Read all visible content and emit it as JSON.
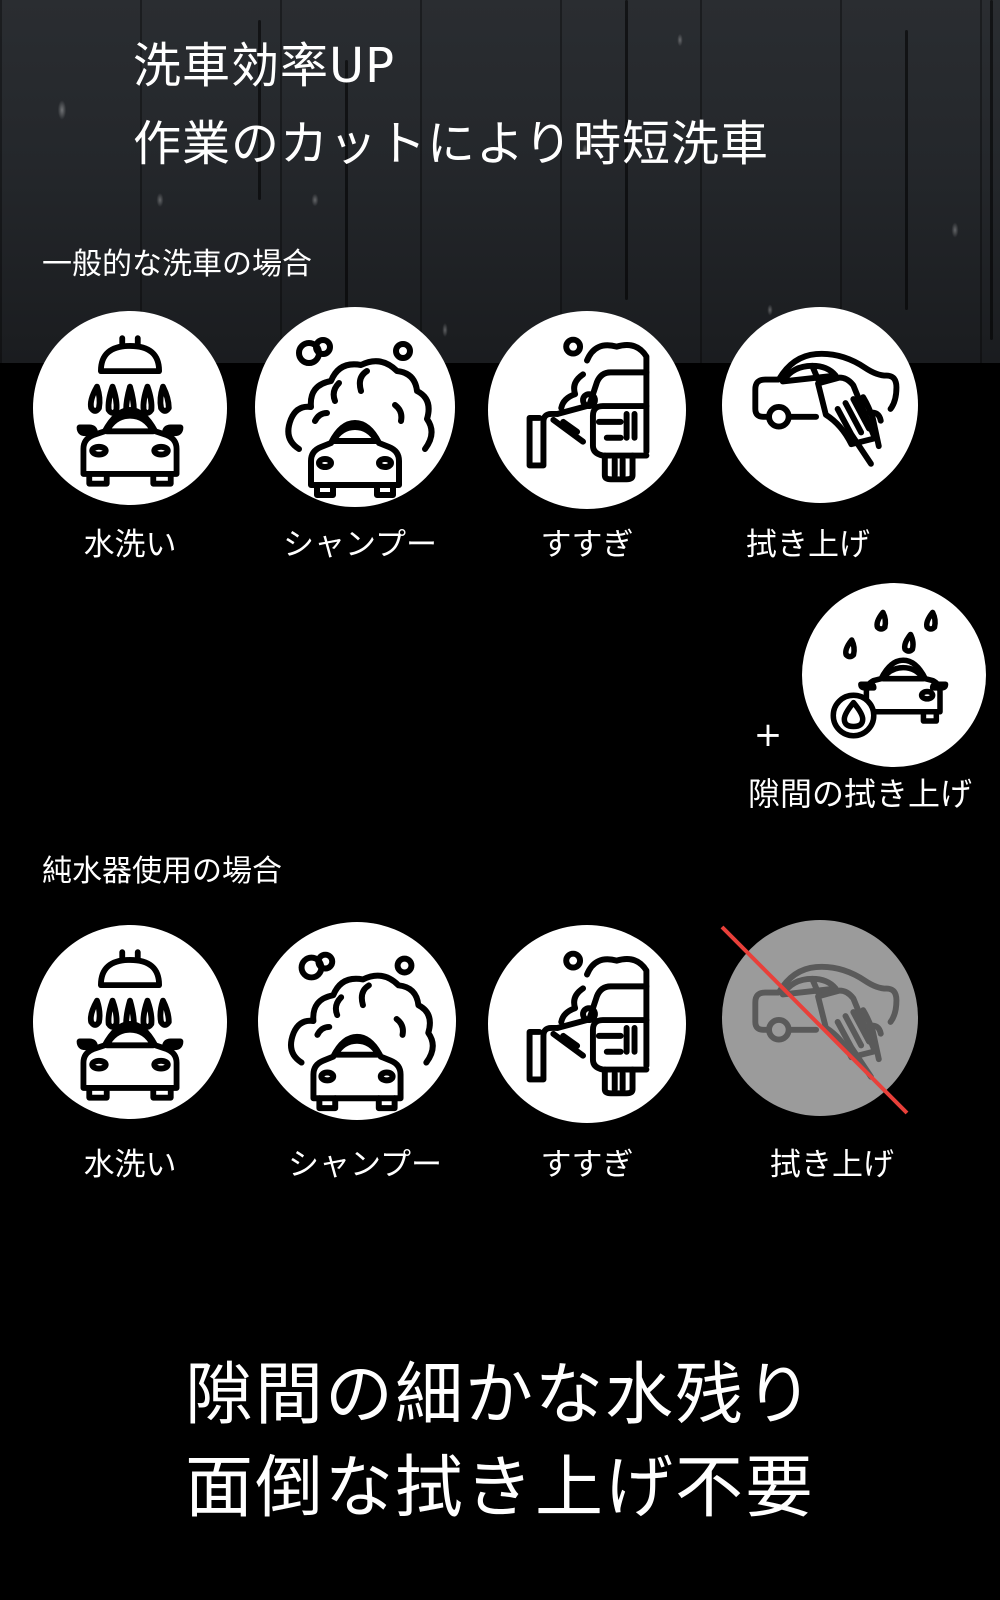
{
  "hero": {
    "title_line1": "洗車効率UP",
    "title_line2": "作業のカットにより時短洗車"
  },
  "standard": {
    "label": "一般的な洗車の場合",
    "steps": [
      {
        "label": "水洗い",
        "icon": "shower-car-icon"
      },
      {
        "label": "シャンプー",
        "icon": "foam-car-icon"
      },
      {
        "label": "すすぎ",
        "icon": "rinse-car-icon"
      },
      {
        "label": "拭き上げ",
        "icon": "wipe-car-icon"
      }
    ],
    "extra": {
      "plus": "+",
      "label": "隙間の拭き上げ",
      "icon": "water-drop-car-icon"
    }
  },
  "purifier": {
    "label": "純水器使用の場合",
    "steps": [
      {
        "label": "水洗い",
        "icon": "shower-car-icon"
      },
      {
        "label": "シャンプー",
        "icon": "foam-car-icon"
      },
      {
        "label": "すすぎ",
        "icon": "rinse-car-icon"
      },
      {
        "label": "拭き上げ",
        "icon": "wipe-car-icon",
        "crossed_out": true
      }
    ]
  },
  "footer": {
    "line1": "隙間の細かな水残り",
    "line2": "面倒な拭き上げ不要"
  },
  "colors": {
    "background": "#000000",
    "circle": "#ffffff",
    "disabled_circle": "#9b9b9b",
    "disabled_icon": "#5a5a5a",
    "cross_line": "#e8403a"
  }
}
